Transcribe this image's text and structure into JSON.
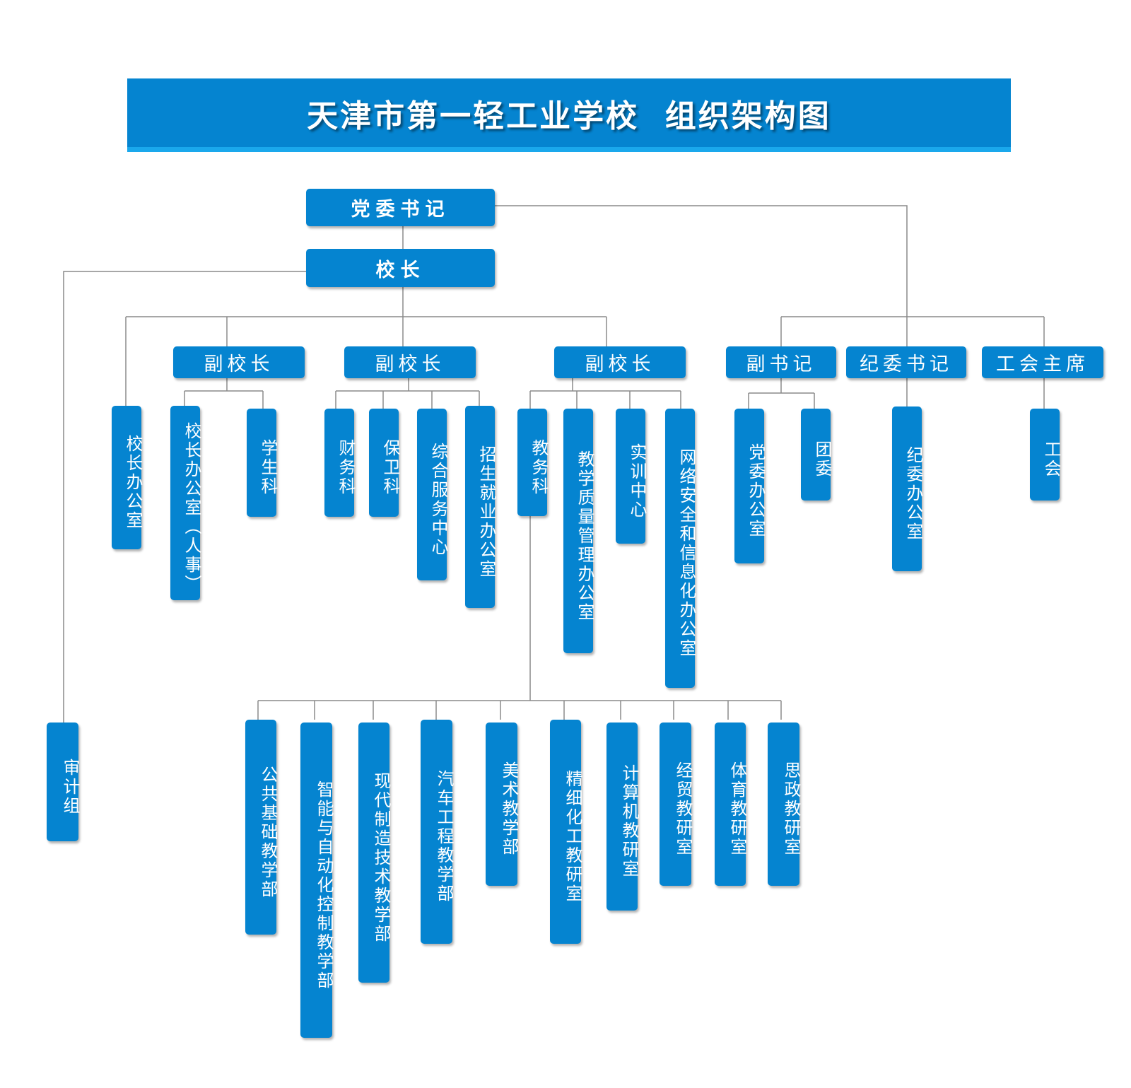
{
  "title": "天津市第一轻工业学校  组织架构图",
  "colors": {
    "box": "#0584d0",
    "title_underline": "#1aa8ec",
    "connector": "#8a8a8a"
  },
  "nodes": {
    "party_secretary": "党委书记",
    "principal": "校长",
    "audit_group": "审计组",
    "principal_office": "校长办公室",
    "vp1": "副校长",
    "vp1_principal_office_hr": "校长办公室（人事）",
    "vp1_student_section": "学生科",
    "vp2": "副校长",
    "vp2_finance": "财务科",
    "vp2_security": "保卫科",
    "vp2_service_center": "综合服务中心",
    "vp2_admissions_office": "招生就业办公室",
    "vp3": "副校长",
    "vp3_academic_affairs": "教务科",
    "vp3_quality_office": "教学质量管理办公室",
    "vp3_training_center": "实训中心",
    "vp3_network_office": "网络安全和信息化办公室",
    "deputy_secretary": "副书记",
    "deputy_party_office": "党委办公室",
    "deputy_youth_league": "团委",
    "discipline_secretary": "纪委书记",
    "discipline_office": "纪委办公室",
    "union_chair": "工会主席",
    "union": "工会",
    "dept_public_basic": "公共基础教学部",
    "dept_automation": "智能与自动化控制教学部",
    "dept_manufacturing": "现代制造技术教学部",
    "dept_automotive": "汽车工程教学部",
    "dept_fine_arts": "美术教学部",
    "dept_fine_chemical": "精细化工教研室",
    "dept_computer": "计算机教研室",
    "dept_economics_trade": "经贸教研室",
    "dept_physical_ed": "体育教研室",
    "dept_political_ed": "思政教研室"
  }
}
